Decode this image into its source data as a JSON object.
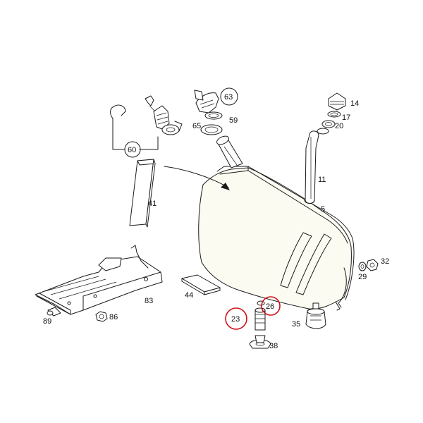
{
  "labels": {
    "p5": "5",
    "p11": "11",
    "p14": "14",
    "p17": "17",
    "p20": "20",
    "p23": "23",
    "p26": "26",
    "p29": "29",
    "p32": "32",
    "p35": "35",
    "p38": "38",
    "p41": "41",
    "p44": "44",
    "p59": "59",
    "p60": "60",
    "p63": "63",
    "p65": "65",
    "p83": "83",
    "p86": "86",
    "p89": "89"
  },
  "highlight_color": "#d0101a",
  "highlighted_parts": [
    "23",
    "26"
  ]
}
